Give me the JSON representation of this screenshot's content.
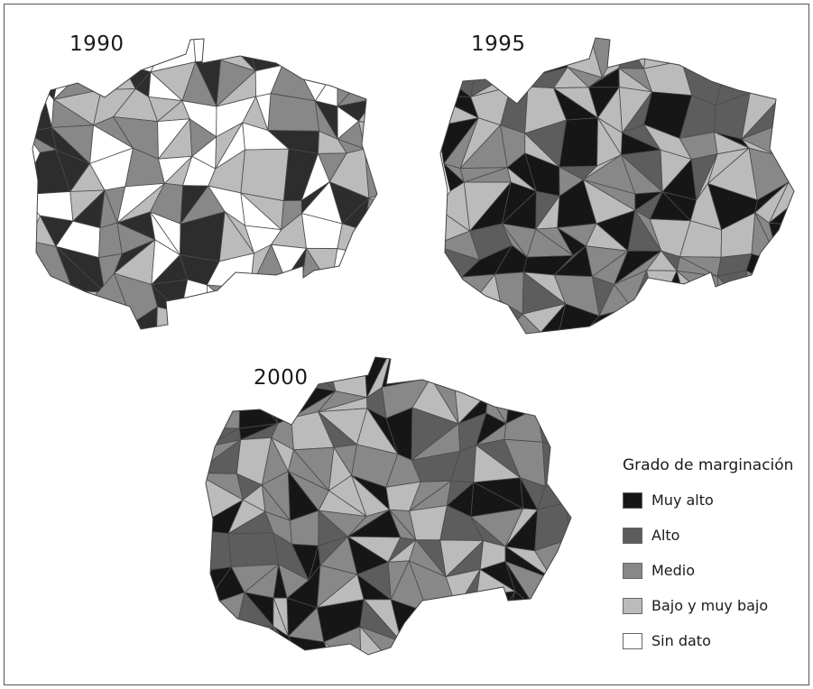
{
  "maps": [
    {
      "year": "1990",
      "fills": [
        "#2d2d2d",
        "#888888",
        "#bbbbbb",
        "#ffffff"
      ]
    },
    {
      "year": "1995",
      "fills": [
        "#161616",
        "#5d5d5d",
        "#888888",
        "#bbbbbb"
      ]
    },
    {
      "year": "2000",
      "fills": [
        "#161616",
        "#5d5d5d",
        "#888888",
        "#bbbbbb"
      ]
    }
  ],
  "legend": {
    "title": "Grado de marginación",
    "items": [
      {
        "label": "Muy alto",
        "color": "#161616"
      },
      {
        "label": "Alto",
        "color": "#5d5d5d"
      },
      {
        "label": "Medio",
        "color": "#888888"
      },
      {
        "label": "Bajo y muy bajo",
        "color": "#bbbbbb"
      },
      {
        "label": "Sin dato",
        "color": "#ffffff"
      }
    ]
  }
}
